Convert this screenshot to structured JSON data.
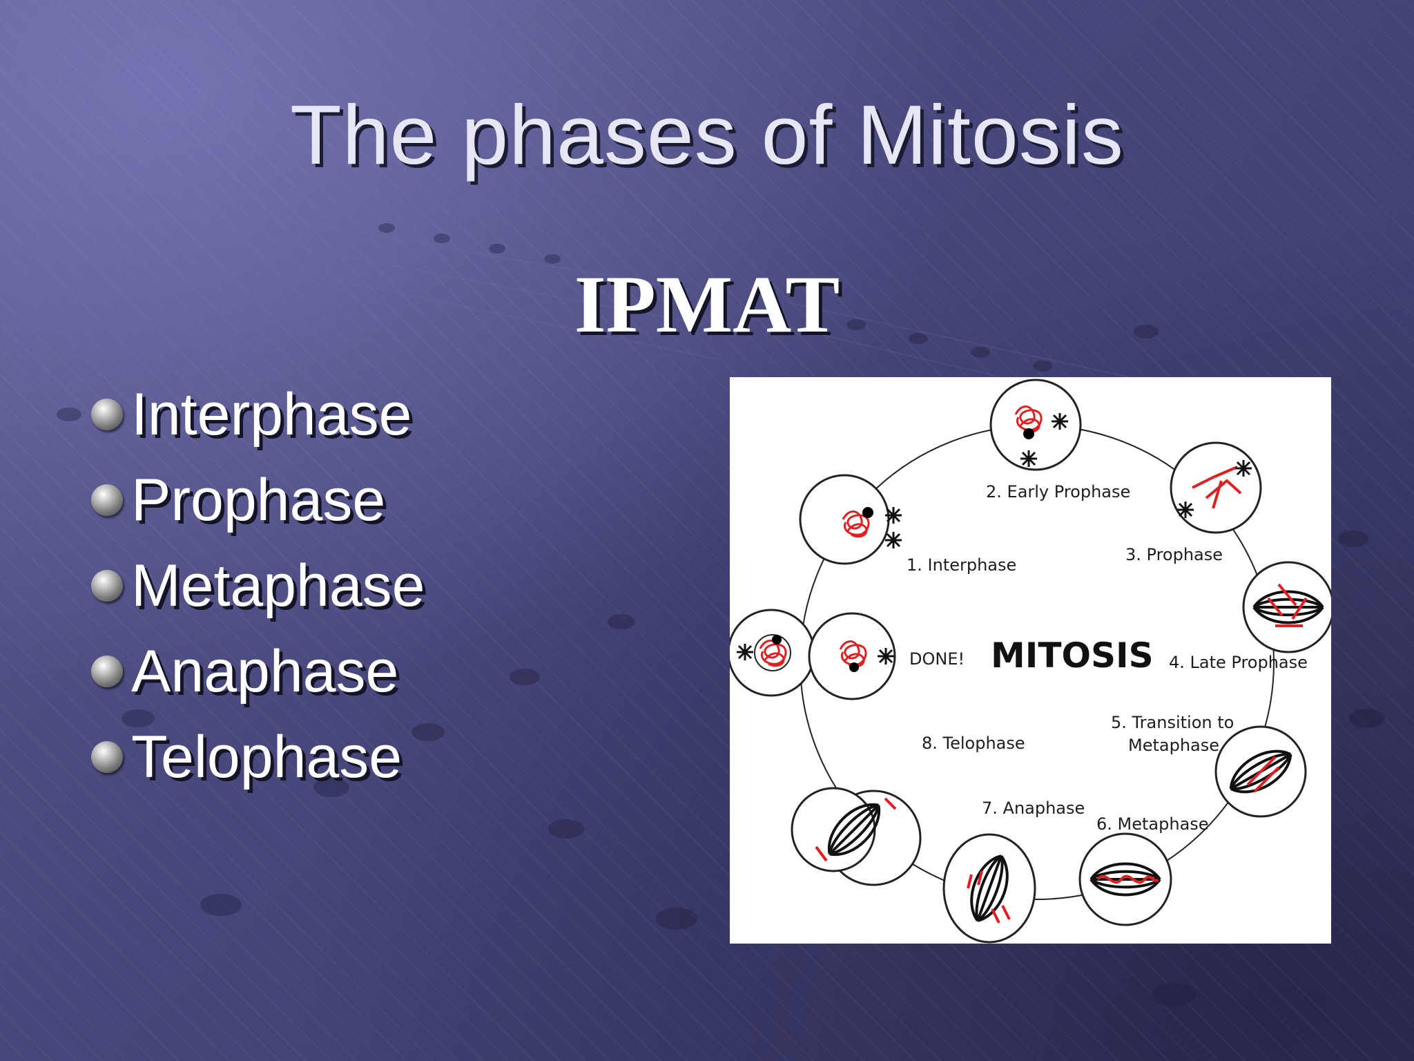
{
  "slide": {
    "title": "The phases of Mitosis",
    "subtitle": "IPMAT",
    "phases": [
      "Interphase",
      "Prophase",
      "Metaphase",
      "Anaphase",
      "Telophase"
    ],
    "colors": {
      "background": "#4a4a7e",
      "title_text": "#e6e6f5",
      "body_text": "#ffffff",
      "chromosome_red": "#e02020"
    }
  },
  "diagram": {
    "center_label": "MITOSIS",
    "done_label": "DONE!",
    "stages": {
      "interphase": "1. Interphase",
      "early_prophase": "2. Early Prophase",
      "prophase": "3. Prophase",
      "late_prophase": "4. Late Prophase",
      "transition_line1": "5. Transition to",
      "transition_line2": "Metaphase",
      "metaphase": "6. Metaphase",
      "anaphase": "7. Anaphase",
      "telophase": "8. Telophase"
    }
  }
}
